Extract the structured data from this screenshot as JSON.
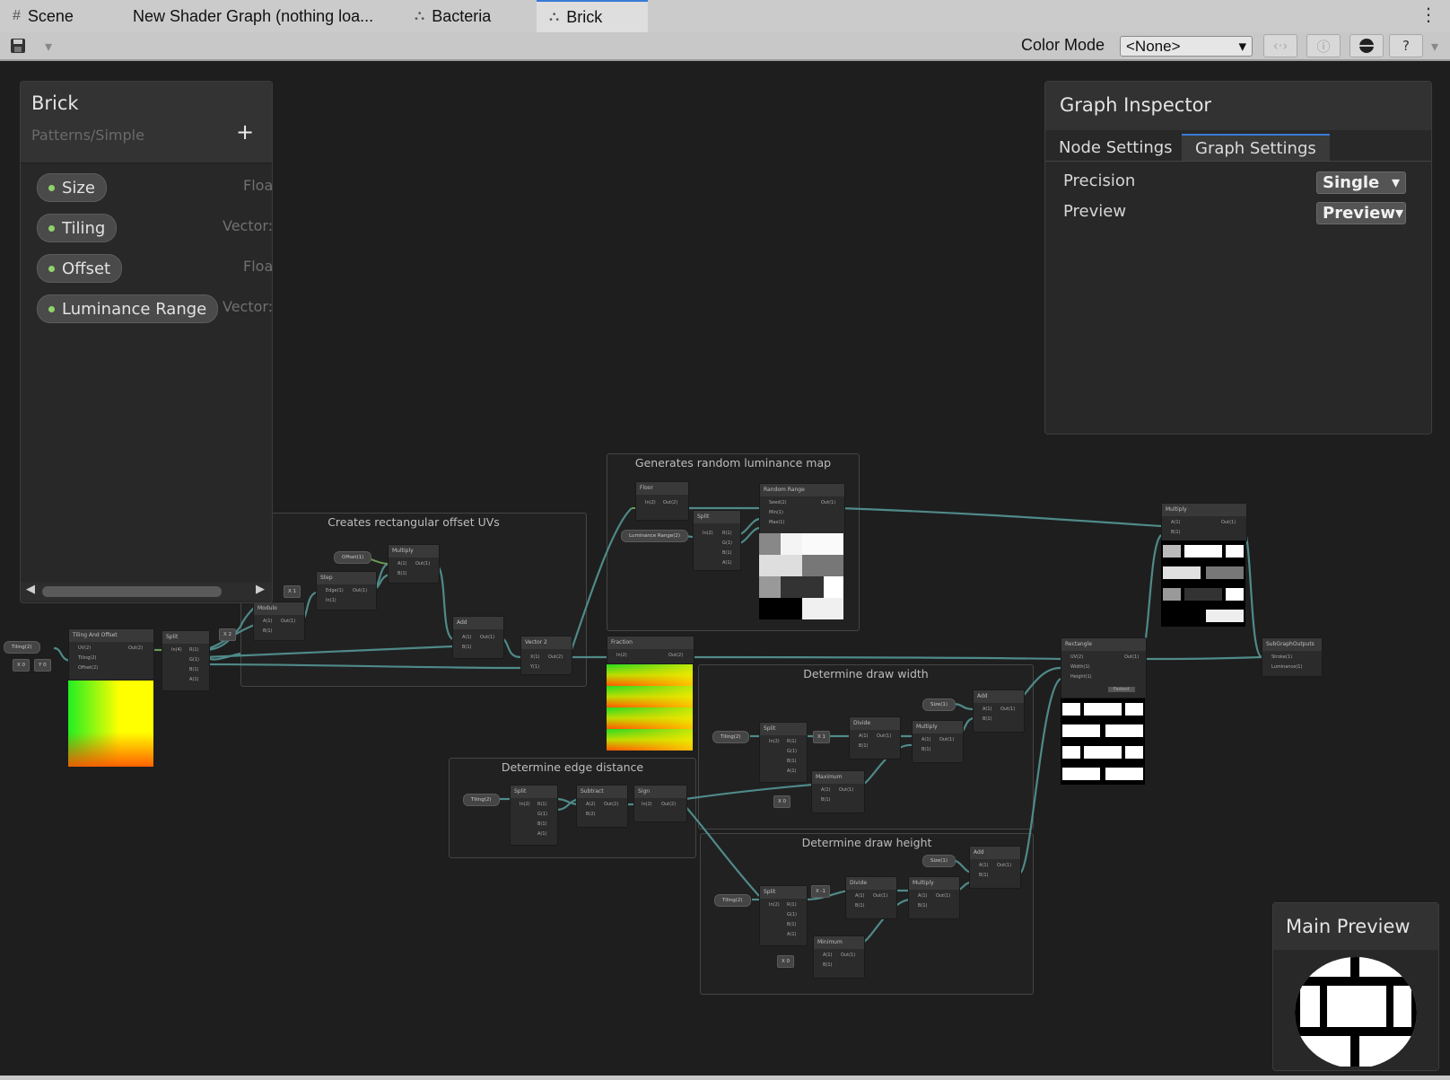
{
  "tabs": [
    {
      "label": "Scene",
      "icon": "scene-grid-icon"
    },
    {
      "label": "New Shader Graph (nothing loa...",
      "icon": ""
    },
    {
      "label": "Bacteria",
      "icon": "shader-graph-icon"
    },
    {
      "label": "Brick",
      "icon": "shader-graph-icon",
      "active": true
    }
  ],
  "toolbar": {
    "color_mode_label": "Color Mode",
    "color_mode_value": "<None>"
  },
  "blackboard": {
    "title": "Brick",
    "subtitle": "Patterns/Simple",
    "properties": [
      {
        "name": "Size",
        "type": "Floa"
      },
      {
        "name": "Tiling",
        "type": "Vector:"
      },
      {
        "name": "Offset",
        "type": "Floa"
      },
      {
        "name": "Luminance Range",
        "type": "Vector:"
      }
    ]
  },
  "inspector": {
    "title": "Graph Inspector",
    "tabs": [
      "Node Settings",
      "Graph Settings"
    ],
    "active_tab": "Graph Settings",
    "precision_label": "Precision",
    "precision_value": "Single",
    "preview_label": "Preview",
    "preview_value": "Preview"
  },
  "groups": {
    "offset_uvs": "Creates rectangular offset UVs",
    "luminance": "Generates random luminance map",
    "draw_width": "Determine draw width",
    "edge_distance": "Determine edge distance",
    "draw_height": "Determine draw height"
  },
  "nodes": {
    "tiling_offset": {
      "title": "Tiling And Offset",
      "ports": [
        "UV(2)",
        "Tiling(2)",
        "Offset(2)",
        "Out(2)"
      ]
    },
    "split1": {
      "title": "Split",
      "ports": [
        "In(4)",
        "R(1)",
        "G(1)",
        "B(1)",
        "A(1)"
      ]
    },
    "modulo": {
      "title": "Modulo",
      "ports": [
        "A(1)",
        "B(1)",
        "Out(1)"
      ]
    },
    "step": {
      "title": "Step",
      "ports": [
        "Edge(1)",
        "In(1)",
        "Out(1)"
      ]
    },
    "multiply1": {
      "title": "Multiply",
      "ports": [
        "A(1)",
        "B(1)",
        "Out(1)"
      ]
    },
    "add1": {
      "title": "Add",
      "ports": [
        "A(1)",
        "B(1)",
        "Out(1)"
      ]
    },
    "vector2": {
      "title": "Vector 2",
      "ports": [
        "X(1)",
        "Y(1)",
        "Out(2)"
      ]
    },
    "floor": {
      "title": "Floor",
      "ports": [
        "In(2)",
        "Out(2)"
      ]
    },
    "split2": {
      "title": "Split",
      "ports": [
        "In(2)",
        "R(1)",
        "G(1)",
        "B(1)",
        "A(1)"
      ]
    },
    "random_range": {
      "title": "Random Range",
      "ports": [
        "Seed(2)",
        "Min(1)",
        "Max(1)",
        "Out(1)"
      ]
    },
    "fraction": {
      "title": "Fraction",
      "ports": [
        "In(2)",
        "Out(2)"
      ]
    },
    "split3": {
      "title": "Split",
      "ports": [
        "In(2)",
        "R(1)",
        "G(1)",
        "B(1)",
        "A(1)"
      ]
    },
    "subtract": {
      "title": "Subtract",
      "ports": [
        "A(2)",
        "B(2)",
        "Out(2)"
      ]
    },
    "sign": {
      "title": "Sign",
      "ports": [
        "In(2)",
        "Out(2)"
      ]
    },
    "split4": {
      "title": "Split",
      "ports": [
        "In(2)",
        "R(1)",
        "G(1)",
        "B(1)",
        "A(1)"
      ]
    },
    "divide1": {
      "title": "Divide",
      "ports": [
        "A(1)",
        "B(1)",
        "Out(1)"
      ]
    },
    "multiply2": {
      "title": "Multiply",
      "ports": [
        "A(1)",
        "B(1)",
        "Out(1)"
      ]
    },
    "add2": {
      "title": "Add",
      "ports": [
        "A(1)",
        "B(1)",
        "Out(1)"
      ]
    },
    "maximum": {
      "title": "Maximum",
      "ports": [
        "A(1)",
        "B(1)",
        "Out(1)"
      ]
    },
    "split5": {
      "title": "Split",
      "ports": [
        "In(2)",
        "R(1)",
        "G(1)",
        "B(1)",
        "A(1)"
      ]
    },
    "divide2": {
      "title": "Divide",
      "ports": [
        "A(1)",
        "B(1)",
        "Out(1)"
      ]
    },
    "multiply3": {
      "title": "Multiply",
      "ports": [
        "A(1)",
        "B(1)",
        "Out(1)"
      ]
    },
    "add3": {
      "title": "Add",
      "ports": [
        "A(1)",
        "B(1)",
        "Out(1)"
      ]
    },
    "minimum": {
      "title": "Minimum",
      "ports": [
        "A(1)",
        "B(1)",
        "Out(1)"
      ]
    },
    "rectangle": {
      "title": "Rectangle",
      "ports": [
        "UV(2)",
        "Width(1)",
        "Height(1)",
        "Out(1)"
      ],
      "mode": "Fastest"
    },
    "multiply4": {
      "title": "Multiply",
      "ports": [
        "A(1)",
        "B(1)",
        "Out(1)"
      ]
    },
    "subgraph_outputs": {
      "title": "SubGraphOutputs",
      "ports": [
        "Stroke(1)",
        "Luminance(1)"
      ]
    }
  },
  "property_nodes": {
    "tiling": "Tiling(2)",
    "offset": "Offset(1)",
    "luminance_range": "Luminance Range(2)",
    "size": "Size(1)"
  },
  "inline_values": {
    "x": "X",
    "y": "Y",
    "zero": "0",
    "one": "1",
    "two": "2",
    "minus_one": "-1"
  },
  "main_preview": {
    "title": "Main Preview"
  },
  "colors": {
    "edge": "#4f8a89",
    "edge_green": "#6a9a55",
    "property_dot": "#8fd46a",
    "accent": "#3a7bd5"
  }
}
